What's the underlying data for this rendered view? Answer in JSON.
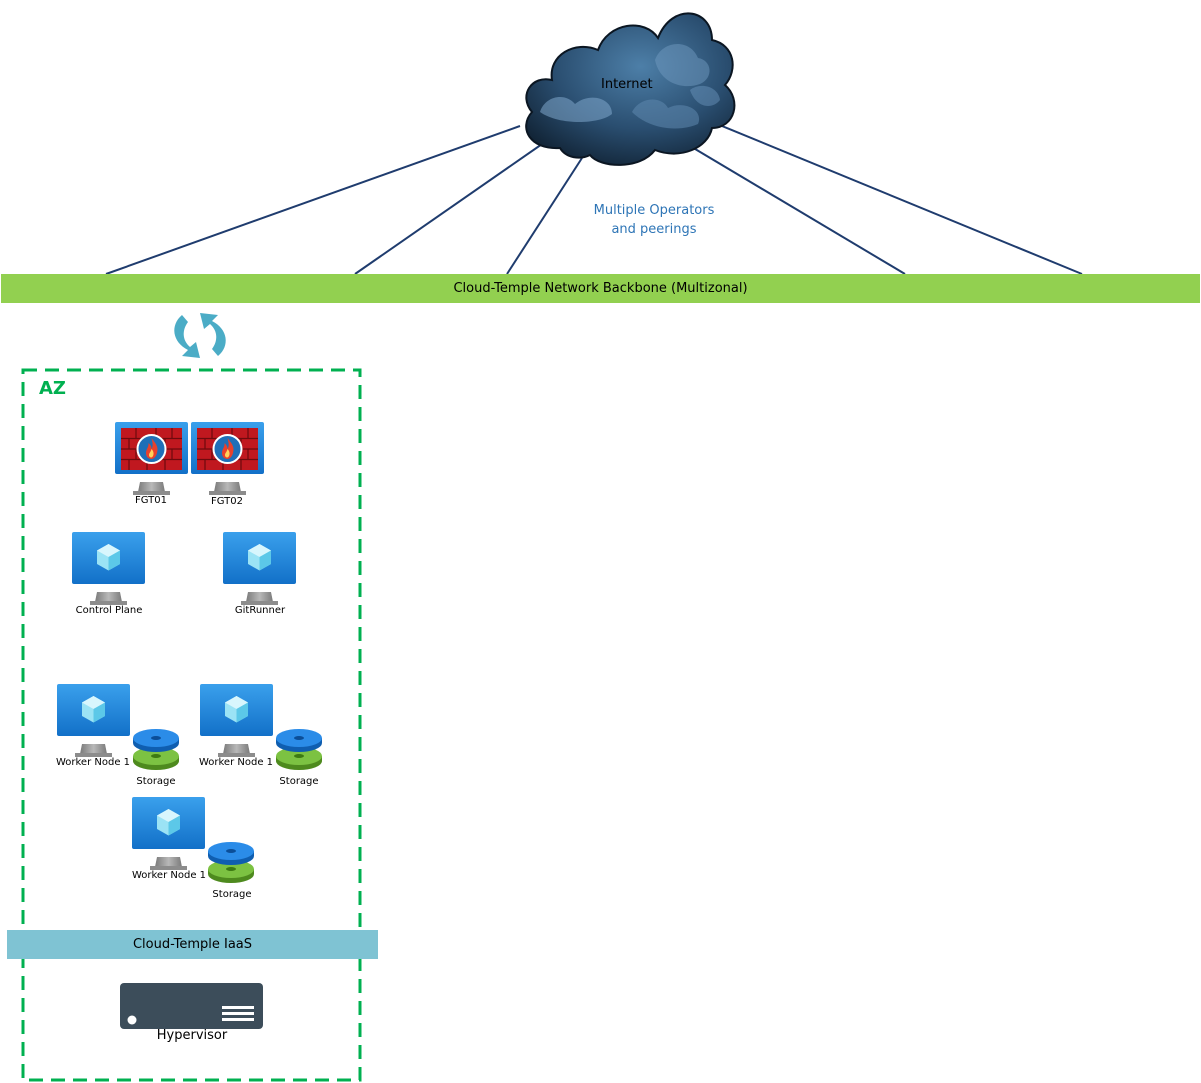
{
  "internet": {
    "label": "Internet"
  },
  "links_note": {
    "line1": "Multiple Operators",
    "line2": "and peerings"
  },
  "backbone": {
    "label": "Cloud-Temple Network Backbone (Multizonal)",
    "color": "#92D050"
  },
  "az": {
    "label": "AZ",
    "color": "#00B050"
  },
  "firewalls": [
    {
      "label": "FGT01"
    },
    {
      "label": "FGT02"
    }
  ],
  "vms": {
    "control_plane": "Control Plane",
    "gitrunner": "GitRunner"
  },
  "workers": [
    {
      "label": "Worker Node 1",
      "storage": "Storage"
    },
    {
      "label": "Worker Node 1",
      "storage": "Storage"
    },
    {
      "label": "Worker Node 1",
      "storage": "Storage"
    }
  ],
  "iaas": {
    "label": "Cloud-Temple IaaS",
    "color": "#7FC3D3"
  },
  "hypervisor": {
    "label": "Hypervisor"
  },
  "colors": {
    "link_line": "#1F3C6E",
    "vm_blue": "#1E8FE0",
    "note_blue": "#2E75B6"
  }
}
